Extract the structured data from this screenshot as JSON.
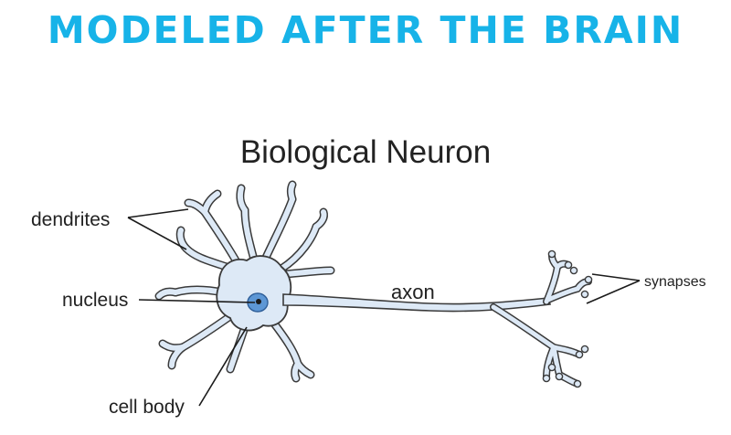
{
  "headline": "MODELED AFTER THE BRAIN",
  "diagram": {
    "title": "Biological Neuron",
    "labels": {
      "dendrites": "dendrites",
      "nucleus": "nucleus",
      "axon": "axon",
      "synapses": "synapses",
      "cell_body": "cell body"
    }
  },
  "colors": {
    "headline": "#17B3E8",
    "cell_fill": "#DDE9F6",
    "outline": "#3A3A3A",
    "nucleus": "#5D97D5"
  }
}
